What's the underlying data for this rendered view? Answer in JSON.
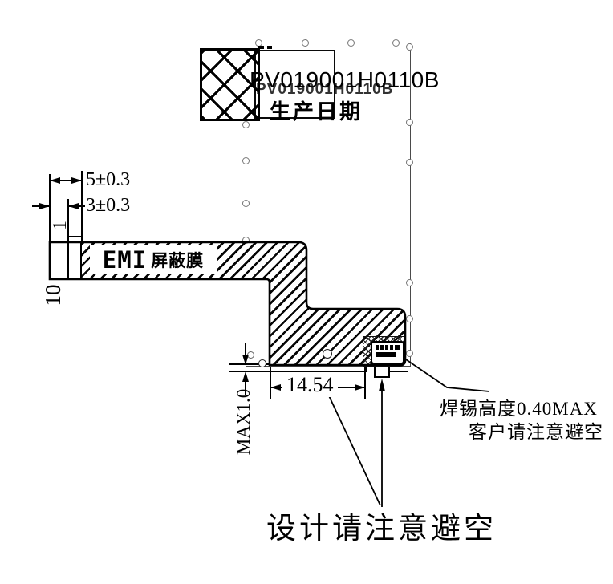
{
  "drawing": {
    "part_number": "PV019001H0110B",
    "production_date_label": "生产日期",
    "emi_film": {
      "label_en": "EMI",
      "label_cn": "屏蔽膜"
    },
    "dimensions": {
      "dim_5": "5±0.3",
      "dim_3": "3±0.3",
      "dim_1": "1",
      "dim_10": "10",
      "dim_max": "MAX1.0",
      "dim_offset": "14.54"
    },
    "notes": {
      "solder_line1": "焊锡高度0.40MAX",
      "solder_line2": "客户请注意避空",
      "design_note": "设计请注意避空"
    },
    "colors": {
      "line": "#000000",
      "panel_line": "#4a4a4a",
      "background": "#ffffff"
    }
  }
}
